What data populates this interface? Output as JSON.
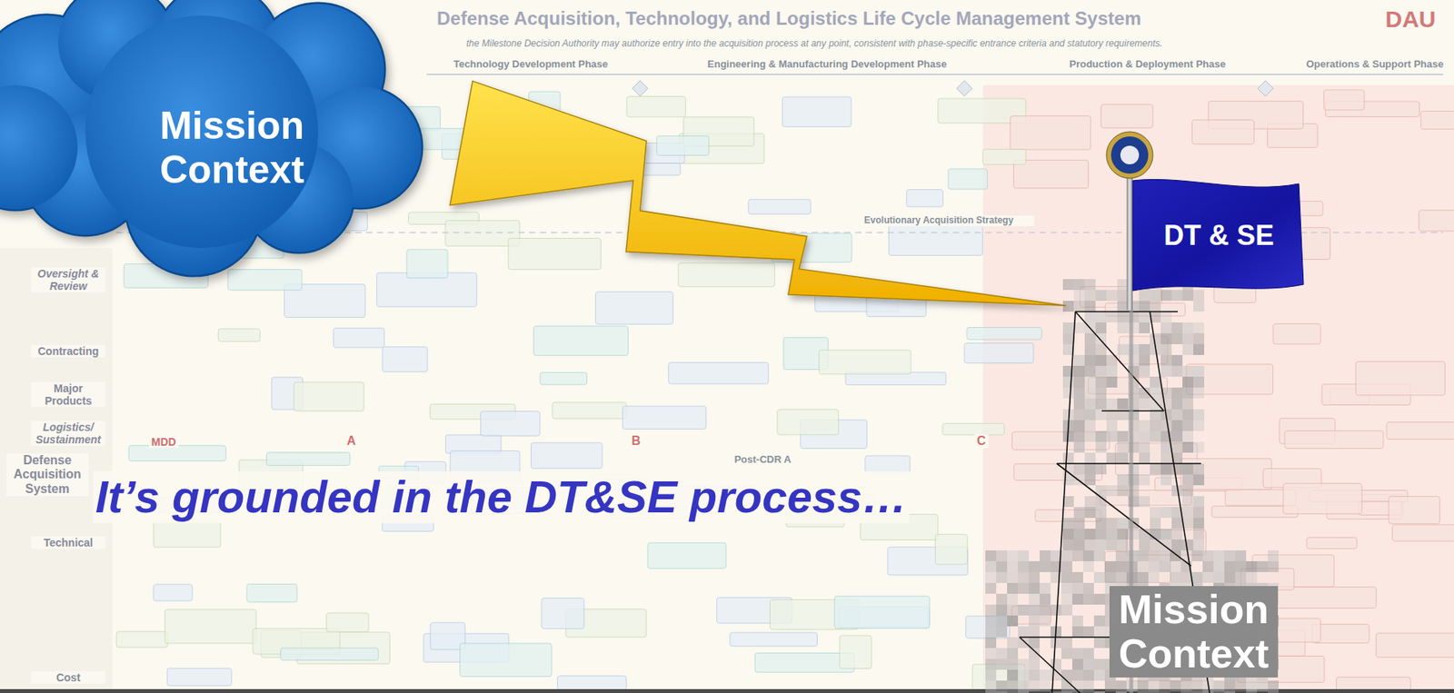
{
  "diagram": {
    "title": "Defense Acquisition, Technology, and Logistics Life Cycle Management System",
    "nodes": [
      {
        "text": [
          "Mission Context"
        ]
      },
      {
        "text": [
          "DT & SE"
        ]
      },
      {
        "text": [
          "Mission Context"
        ]
      }
    ],
    "edges": [
      {
        "from": 0,
        "to": 1,
        "arrow": "to"
      }
    ],
    "labels": [
      "the Milestone Decision Authority may authorize entry into the acquisition process at any point, consistent with phase-specific entrance criteria and statutory requirements.",
      "Technology Development Phase",
      "Engineering & Manufacturing Development Phase",
      "Production & Deployment Phase",
      "Operations & Support Phase",
      "DAU",
      "Evolutionary Acquisition Strategy",
      "Oversight & Review",
      "Contracting",
      "Major Products",
      "Logistics/ Sustainment",
      "Defense Acquisition System",
      "Technical",
      "Cost",
      "MDD",
      "A",
      "B",
      "C",
      "Post-CDR A",
      "It’s grounded in the DT&SE process…"
    ]
  }
}
